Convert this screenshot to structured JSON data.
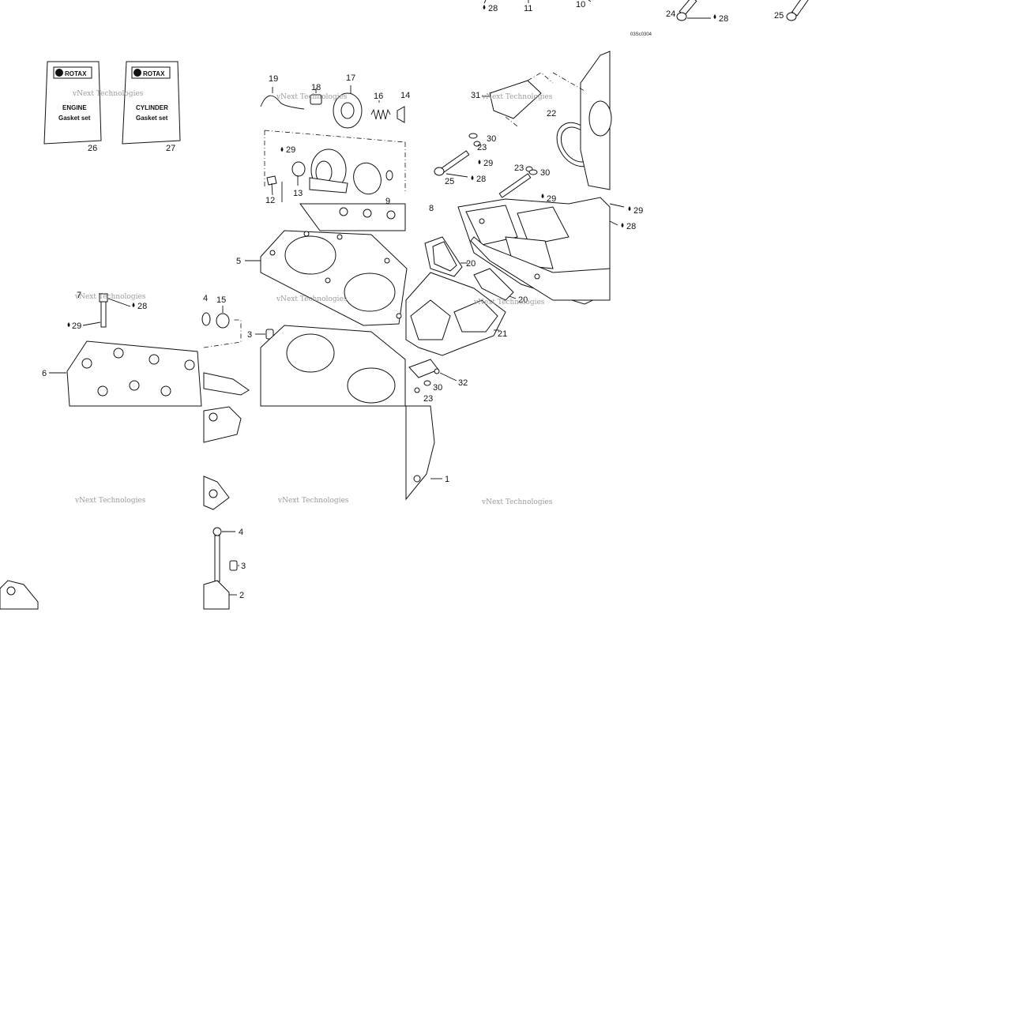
{
  "figure_code": "03Sc0304",
  "watermark": "vNext Technologies",
  "brand": "ROTAX",
  "gasket_kits": [
    {
      "brand": "ROTAX",
      "line1": "ENGINE",
      "line2": "Gasket set",
      "ref": "26"
    },
    {
      "brand": "ROTAX",
      "line1": "CYLINDER",
      "line2": "Gasket set",
      "ref": "27"
    }
  ],
  "callouts": {
    "c1": "1",
    "c2": "2",
    "c3": "3",
    "c3b": "3",
    "c4": "4",
    "c4b": "4",
    "c5": "5",
    "c6": "6",
    "c8": "8",
    "c9": "9",
    "c10": "10",
    "c11": "11",
    "c12": "12",
    "c13": "13",
    "c14": "14",
    "c15": "15",
    "c16": "16",
    "c17": "17",
    "c18": "18",
    "c19": "19",
    "c20a": "20",
    "c20b": "20",
    "c21": "21",
    "c22": "22",
    "c23a": "23",
    "c23b": "23",
    "c23c": "23",
    "c24": "24",
    "c25a": "25",
    "c25b": "25",
    "c28a": "28",
    "c28b": "28",
    "c28c": "28",
    "c28d": "28",
    "c28e": "28",
    "c29a": "29",
    "c29b": "29",
    "c29c": "29",
    "c29d": "29",
    "c29e": "29",
    "c30a": "30",
    "c30b": "30",
    "c30c": "30",
    "c31": "31",
    "c32": "32"
  }
}
